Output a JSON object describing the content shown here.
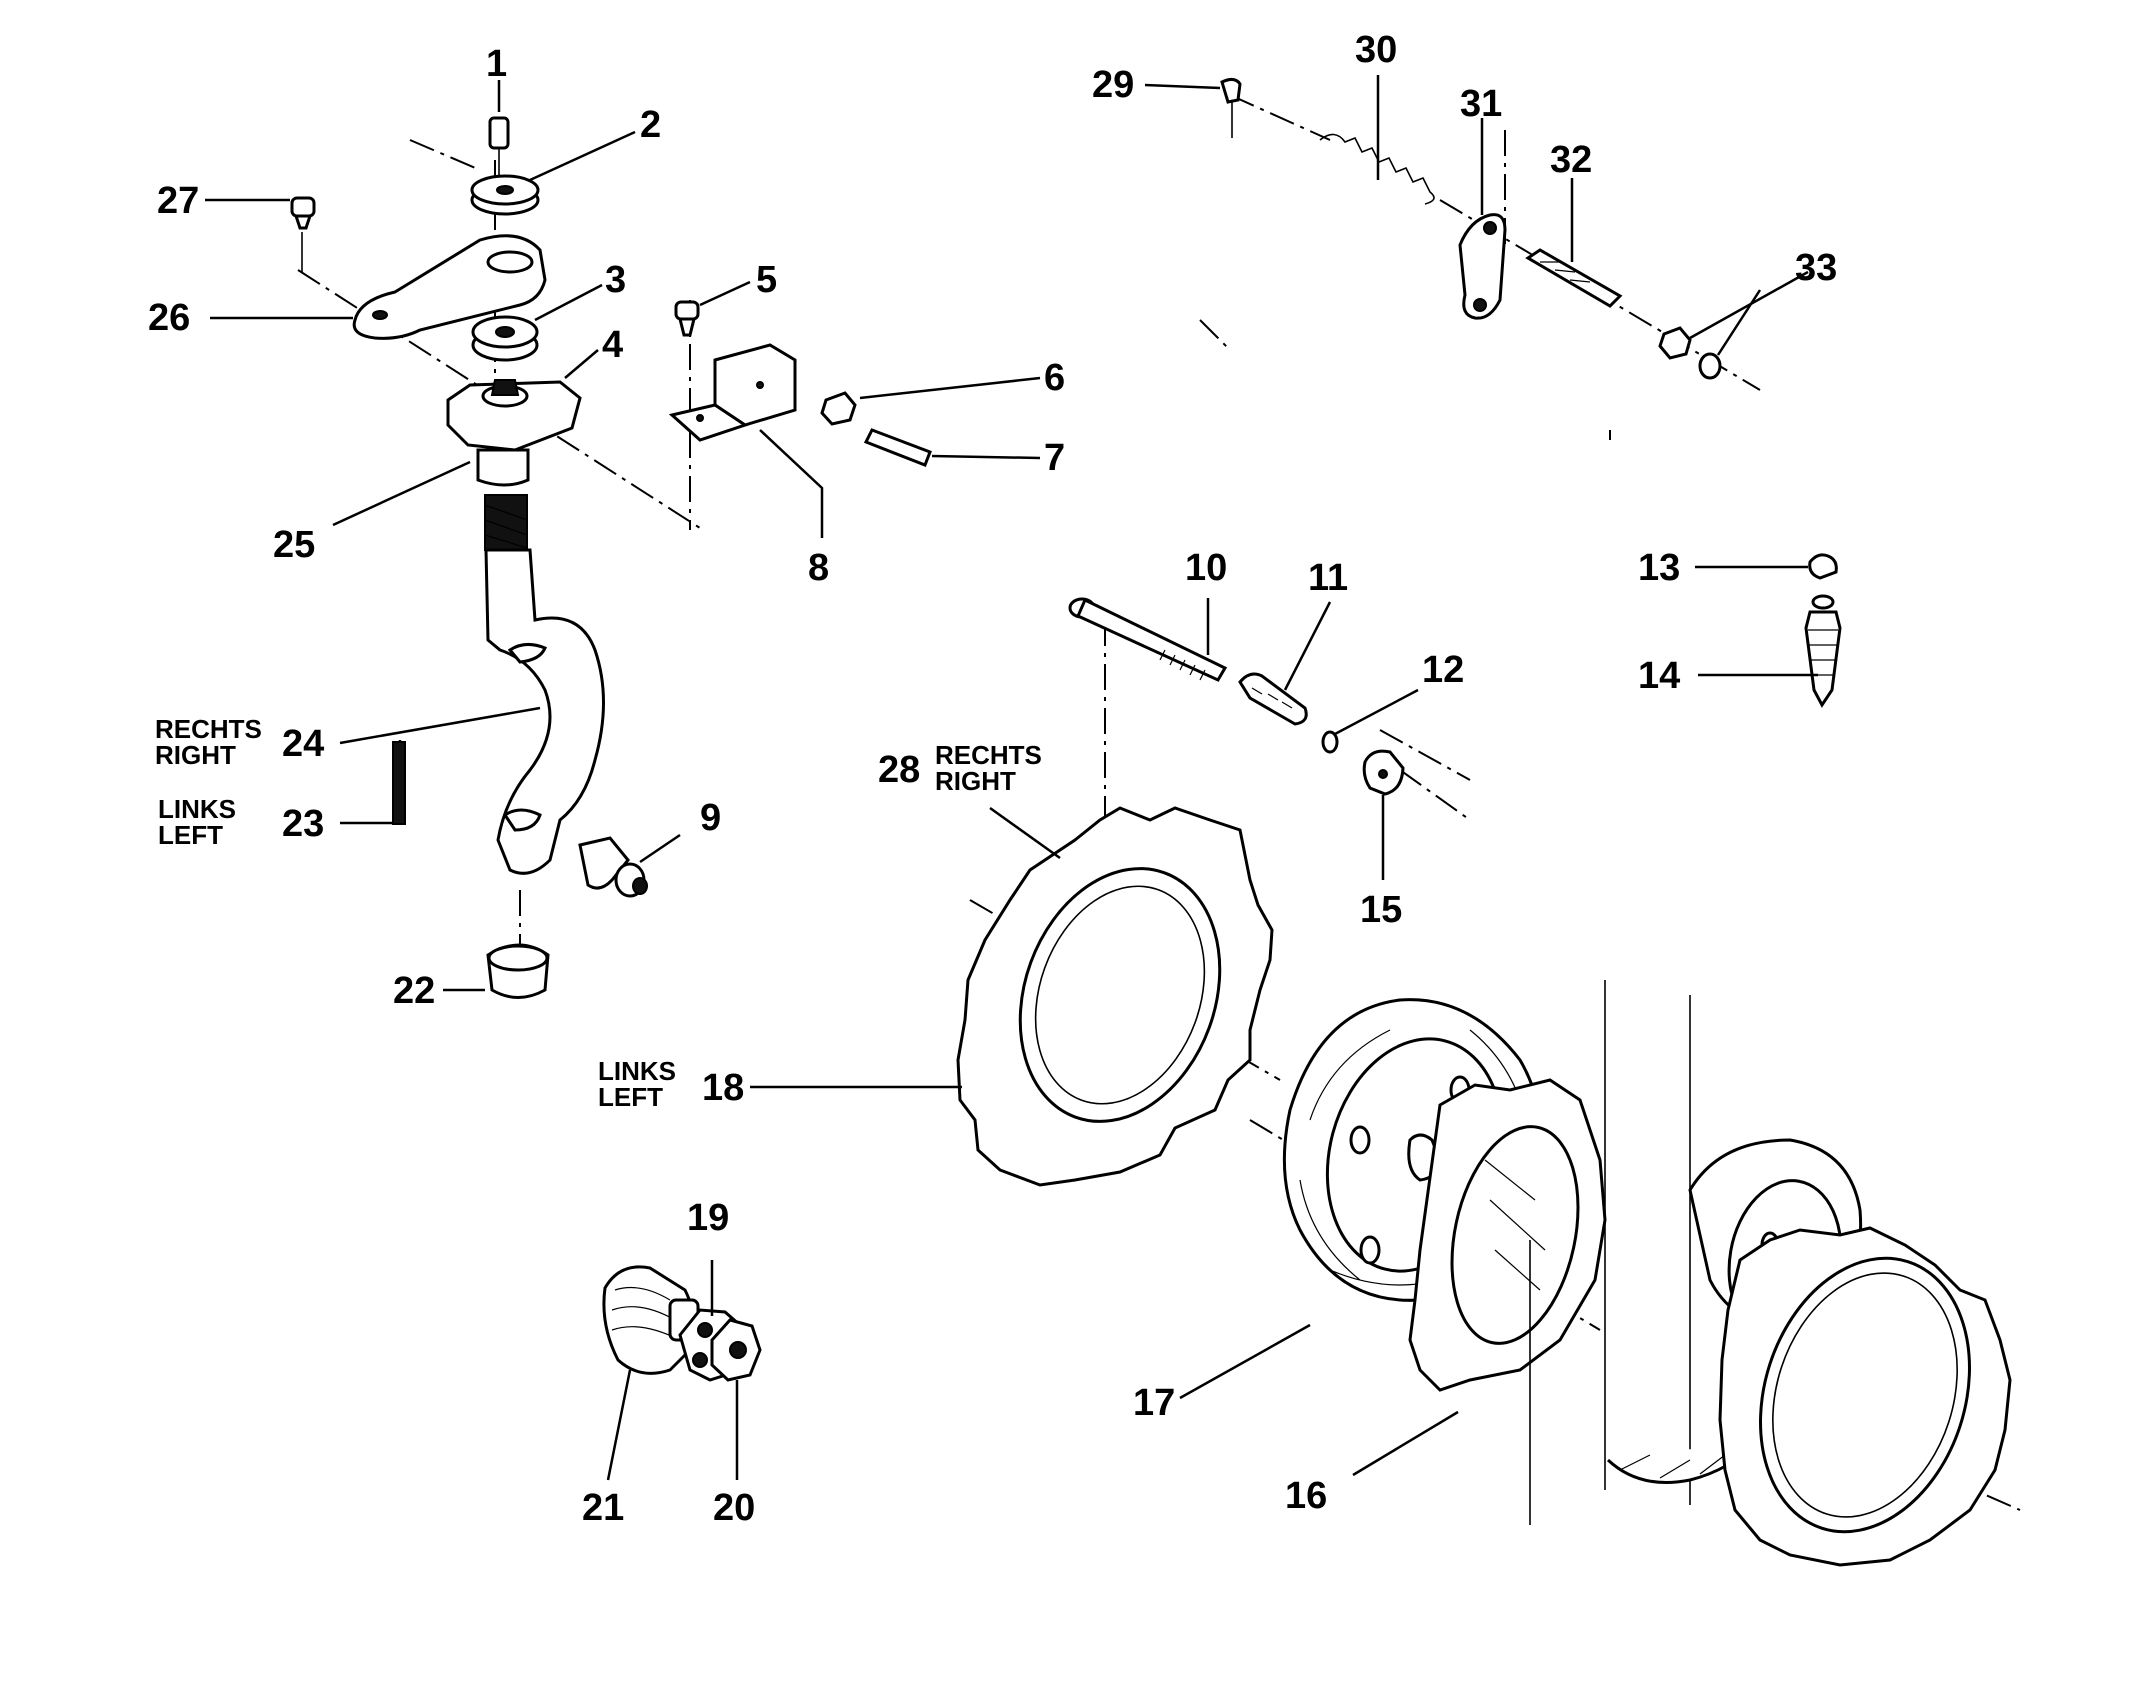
{
  "diagram": {
    "callouts": [
      {
        "id": "1",
        "text": "1"
      },
      {
        "id": "2",
        "text": "2"
      },
      {
        "id": "3",
        "text": "3"
      },
      {
        "id": "4",
        "text": "4"
      },
      {
        "id": "5",
        "text": "5"
      },
      {
        "id": "6",
        "text": "6"
      },
      {
        "id": "7",
        "text": "7"
      },
      {
        "id": "8",
        "text": "8"
      },
      {
        "id": "9",
        "text": "9"
      },
      {
        "id": "10",
        "text": "10"
      },
      {
        "id": "11",
        "text": "11"
      },
      {
        "id": "12",
        "text": "12"
      },
      {
        "id": "13",
        "text": "13"
      },
      {
        "id": "14",
        "text": "14"
      },
      {
        "id": "15",
        "text": "15"
      },
      {
        "id": "16",
        "text": "16"
      },
      {
        "id": "17",
        "text": "17"
      },
      {
        "id": "18",
        "text": "18"
      },
      {
        "id": "19",
        "text": "19"
      },
      {
        "id": "20",
        "text": "20"
      },
      {
        "id": "21",
        "text": "21"
      },
      {
        "id": "22",
        "text": "22"
      },
      {
        "id": "23",
        "text": "23"
      },
      {
        "id": "24",
        "text": "24"
      },
      {
        "id": "25",
        "text": "25"
      },
      {
        "id": "26",
        "text": "26"
      },
      {
        "id": "27",
        "text": "27"
      },
      {
        "id": "28",
        "text": "28"
      },
      {
        "id": "29",
        "text": "29"
      },
      {
        "id": "30",
        "text": "30"
      },
      {
        "id": "31",
        "text": "31"
      },
      {
        "id": "32",
        "text": "32"
      },
      {
        "id": "33",
        "text": "33"
      }
    ],
    "side_labels": {
      "item24_de": "RECHTS",
      "item24_en": "RIGHT",
      "item23_de": "LINKS",
      "item23_en": "LEFT",
      "item28_de": "RECHTS",
      "item28_en": "RIGHT",
      "item18_de": "LINKS",
      "item18_en": "LEFT"
    }
  }
}
